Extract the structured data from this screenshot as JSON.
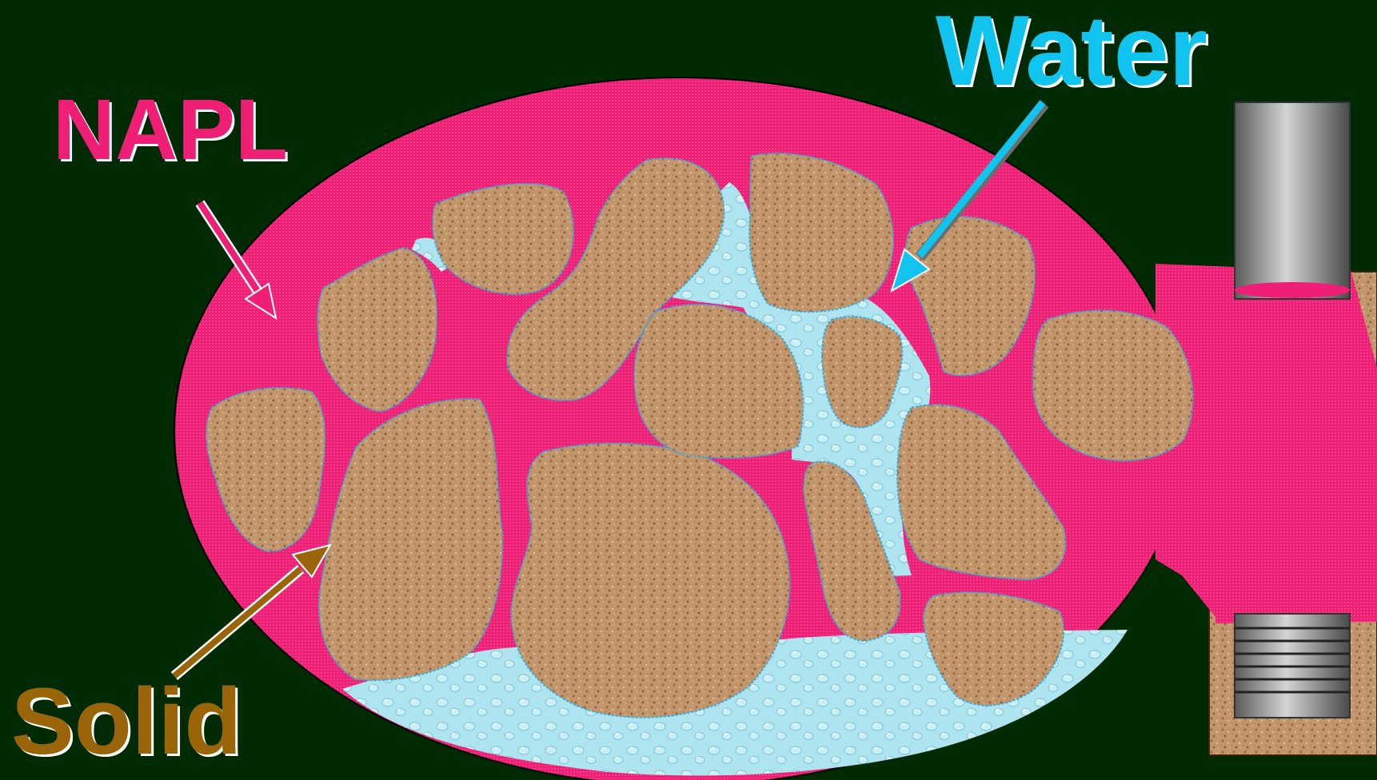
{
  "labels": {
    "napl": "NAPL",
    "water": "Water",
    "solid": "Solid"
  },
  "colors": {
    "background": "#002a04",
    "napl": "#ee1f74",
    "water": "#aee4ef",
    "solid": "#c2966c",
    "napl_label": "#ee1f74",
    "water_label": "#11c4f0",
    "solid_label": "#9a6408",
    "well_casing": "#9a9a9a"
  }
}
